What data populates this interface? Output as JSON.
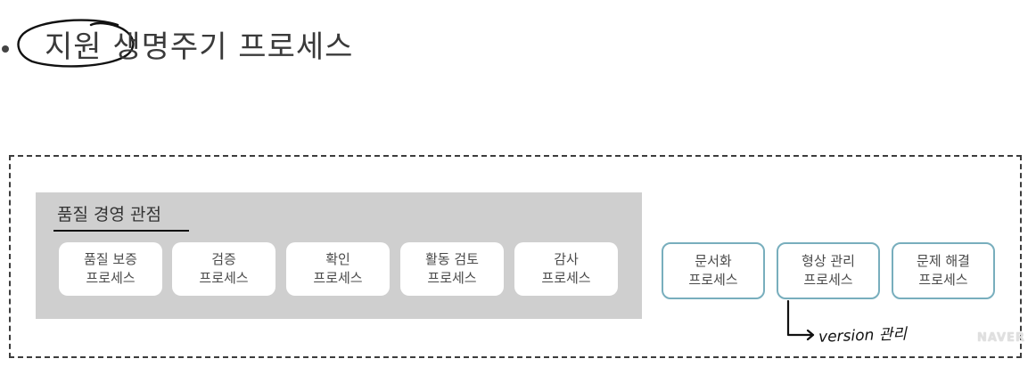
{
  "title": {
    "circled": "지원",
    "rest": "생명주기 프로세스"
  },
  "quality_panel": {
    "title": "품질 경영 관점",
    "processes": [
      {
        "label": "품질 보증\n프로세스"
      },
      {
        "label": "검증\n프로세스"
      },
      {
        "label": "확인\n프로세스"
      },
      {
        "label": "활동 검토\n프로세스"
      },
      {
        "label": "감사\n프로세스"
      }
    ]
  },
  "side_processes": [
    {
      "label": "문서화\n프로세스"
    },
    {
      "label": "형상 관리\n프로세스"
    },
    {
      "label": "문제 해결\n프로세스"
    }
  ],
  "annotation": {
    "text": "version 관리"
  },
  "watermark": "NAVER",
  "colors": {
    "frame": "#3d3d3d",
    "panel_bg": "#cfcfcf",
    "side_border": "#78aebd",
    "box_bg": "#ffffff"
  }
}
